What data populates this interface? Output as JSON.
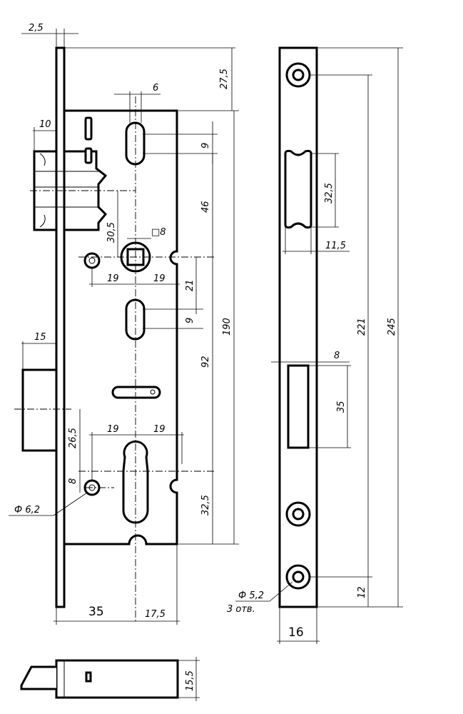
{
  "dimensions": {
    "faceplate_thickness": "2,5",
    "top_offset": "27,5",
    "slot_width": "6",
    "latch_depth": "10",
    "slot_height_top": "9",
    "spacing_46": "46",
    "backset_30_5": "30,5",
    "square_spindle": "□8",
    "spindle_left": "19",
    "spindle_right": "19",
    "spacing_21": "21",
    "slot_height_mid": "9",
    "case_height": "190",
    "spacing_92": "92",
    "bolt_throw": "15",
    "cyl_left": "19",
    "cyl_right": "19",
    "offset_26_5": "26,5",
    "offset_8_left": "8",
    "hole_dia_left": "Ф 6,2",
    "cyl_bottom": "32,5",
    "backset": "35",
    "half_width": "17,5",
    "lock_thickness": "15,5",
    "strike_slot_height": "32,5",
    "strike_slot_width": "11,5",
    "strike_hole_spacing": "221",
    "strike_total_height": "245",
    "strike_bolt_offset": "8",
    "strike_bolt_height": "35",
    "strike_bottom_offset": "12",
    "strike_hole_dia": "Ф 5,2",
    "strike_hole_count": "3 отв.",
    "strike_width": "16"
  }
}
